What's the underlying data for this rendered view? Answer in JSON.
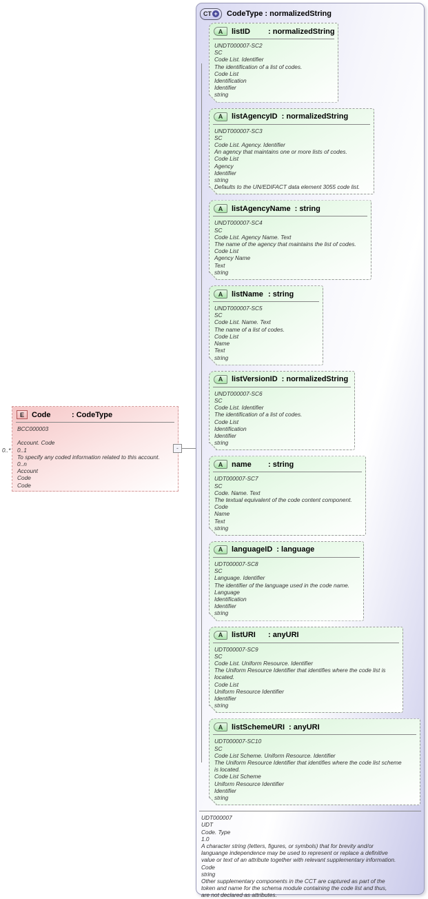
{
  "element": {
    "icon": "E",
    "name": "Code",
    "type_label": ": CodeType",
    "multiplicity": "0..*",
    "lines": [
      "BCC000003",
      "",
      "Account. Code",
      "0..1",
      "To specify any coded information related to this account.",
      "0..n",
      "Account",
      "Code",
      "Code"
    ]
  },
  "connector": {
    "collapse_glyph": "-"
  },
  "complex_type": {
    "icon": "CT",
    "plus_glyph": "+",
    "title": "CodeType : normalizedString",
    "attributes": [
      {
        "icon": "A",
        "name": "listID",
        "type_label": ": normalizedString",
        "lines": [
          "UNDT000007-SC2",
          "SC",
          "Code List. Identifier",
          "The identification of a list of codes.",
          "Code List",
          "Identification",
          "Identifier",
          "string"
        ]
      },
      {
        "icon": "A",
        "name": "listAgencyID",
        "type_label": ": normalizedString",
        "lines": [
          "UNDT000007-SC3",
          "SC",
          "Code List. Agency. Identifier",
          "An agency that maintains one or more lists of codes.",
          "Code List",
          "Agency",
          "Identifier",
          "string",
          "Defaults to the UN/EDIFACT data element 3055 code list."
        ]
      },
      {
        "icon": "A",
        "name": "listAgencyName",
        "type_label": ": string",
        "lines": [
          "UNDT000007-SC4",
          "SC",
          "Code List. Agency Name. Text",
          "The name of the agency that maintains the list of codes.",
          "Code List",
          "Agency Name",
          "Text",
          "string"
        ]
      },
      {
        "icon": "A",
        "name": "listName",
        "type_label": ": string",
        "lines": [
          "UNDT000007-SC5",
          "SC",
          "Code List. Name. Text",
          "The name of a list of codes.",
          "Code List",
          "Name",
          "Text",
          "string"
        ]
      },
      {
        "icon": "A",
        "name": "listVersionID",
        "type_label": ": normalizedString",
        "lines": [
          "UNDT000007-SC6",
          "SC",
          "Code List. Identifier",
          "The identification of a list of codes.",
          "Code List",
          "Identification",
          "Identifier",
          "string"
        ]
      },
      {
        "icon": "A",
        "name": "name",
        "type_label": ": string",
        "lines": [
          "UDT000007-SC7",
          "SC",
          "Code. Name. Text",
          "The textual equivalent of the code content component.",
          "Code",
          "Name",
          "Text",
          "string"
        ]
      },
      {
        "icon": "A",
        "name": "languageID",
        "type_label": ": language",
        "lines": [
          "UDT000007-SC8",
          "SC",
          "Language. Identifier",
          "The identifier of the language used in the code name.",
          "Language",
          "Identification",
          "Identifier",
          "string"
        ]
      },
      {
        "icon": "A",
        "name": "listURI",
        "type_label": ": anyURI",
        "lines": [
          "UDT000007-SC9",
          "SC",
          "Code List. Uniform Resource. Identifier",
          "The Uniform Resource Identifier that identifies where the code list is",
          "located.",
          "Code List",
          "Uniform Resource Identifier",
          "Identifier",
          "string"
        ]
      },
      {
        "icon": "A",
        "name": "listSchemeURI",
        "type_label": ": anyURI",
        "lines": [
          "UDT000007-SC10",
          "SC",
          "Code List Scheme. Uniform Resource. Identifier",
          "The Uniform Resource Identifier that identifies where the code list scheme",
          "is located.",
          "Code List Scheme",
          "Uniform Resource Identifier",
          "Identifier",
          "string"
        ]
      }
    ],
    "doc_lines": [
      "UDT000007",
      "UDT",
      "Code. Type",
      "1.0",
      "A character string (letters, figures, or symbols) that for brevity and/or",
      "languange independence may be used to represent or replace a definitive",
      "value or text of an attribute together with relevant supplementary information.",
      "Code",
      "string",
      "Other supplementary components in the CCT are captured as part of the",
      "token and name for the schema module containing the code list and thus,",
      "are not declared as attributes."
    ]
  }
}
